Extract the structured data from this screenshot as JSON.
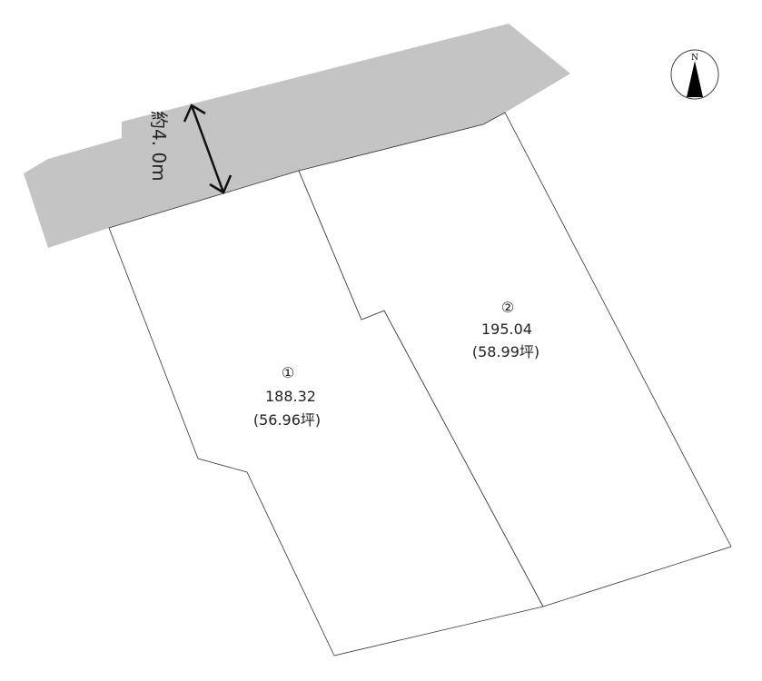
{
  "road": {
    "width_label": "約4. 0m",
    "fill_color": "#c4c4c4"
  },
  "compass": {
    "north_label": "N"
  },
  "lots": [
    {
      "number": "①",
      "area": "188.32",
      "tsubo": "(56.96坪)"
    },
    {
      "number": "②",
      "area": "195.04",
      "tsubo": "(58.99坪)"
    }
  ]
}
